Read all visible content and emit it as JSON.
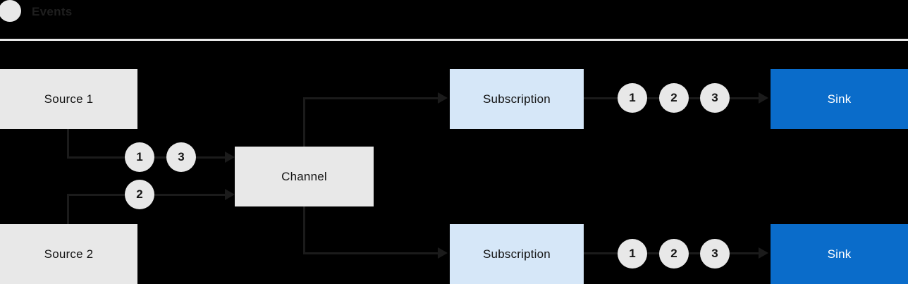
{
  "legend": {
    "label": "Events"
  },
  "colors": {
    "background": "#000000",
    "node_gray": "#e8e8e8",
    "node_light_blue": "#d6e7f8",
    "node_blue": "#0a6cca",
    "line": "#1b1b1b",
    "text_dark": "#151515",
    "text_light": "#ffffff",
    "divider": "#e8e8e8",
    "event_circle": "#e8e8e8"
  },
  "nodes": {
    "source1": {
      "label": "Source 1"
    },
    "source2": {
      "label": "Source 2"
    },
    "channel": {
      "label": "Channel"
    },
    "subscription_top": {
      "label": "Subscription"
    },
    "subscription_bottom": {
      "label": "Subscription"
    },
    "sink_top": {
      "label": "Sink"
    },
    "sink_bottom": {
      "label": "Sink"
    }
  },
  "events": {
    "source1_to_channel": [
      "1",
      "3"
    ],
    "source2_to_channel": [
      "2"
    ],
    "subscription_top_to_sink": [
      "1",
      "2",
      "3"
    ],
    "subscription_bottom_to_sink": [
      "1",
      "2",
      "3"
    ]
  }
}
